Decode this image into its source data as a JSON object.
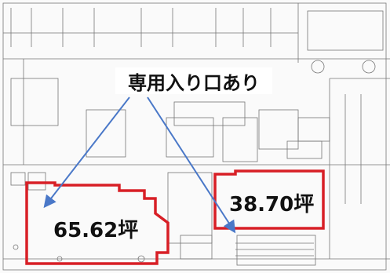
{
  "callout": {
    "text": "専用入り口あり"
  },
  "areas": [
    {
      "label": "65.62坪"
    },
    {
      "label": "38.70坪"
    }
  ],
  "colors": {
    "boundary": "#d81f26",
    "arrow": "#4a78c8",
    "lines": "#4a4a4a"
  }
}
